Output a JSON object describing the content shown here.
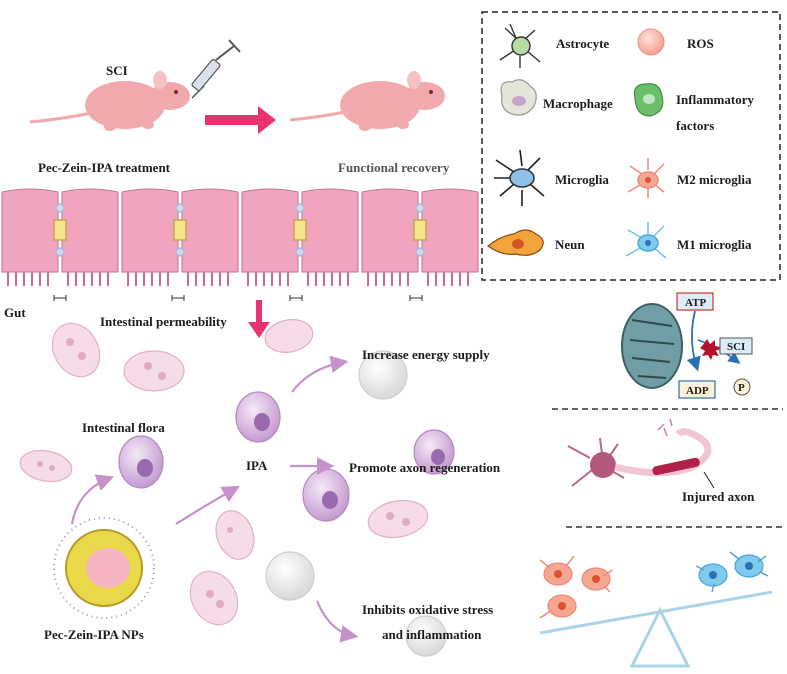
{
  "top": {
    "sci_label": "SCI",
    "treatment_label": "Pec-Zein-IPA treatment",
    "recovery_label": "Functional recovery"
  },
  "legend": {
    "items": [
      {
        "label": "Astrocyte",
        "icon": "astrocyte-icon"
      },
      {
        "label": "ROS",
        "icon": "ros-icon"
      },
      {
        "label": "Macrophage",
        "icon": "macrophage-icon"
      },
      {
        "label_line1": "Inflammatory",
        "label_line2": "factors",
        "icon": "inflammatory-factor-icon"
      },
      {
        "label": "Microglia",
        "icon": "microglia-icon"
      },
      {
        "label": "M2 microglia",
        "icon": "m2-microglia-icon"
      },
      {
        "label": "Neun",
        "icon": "neun-icon"
      },
      {
        "label": "M1 microglia",
        "icon": "m1-microglia-icon"
      }
    ]
  },
  "gut": {
    "label": "Gut",
    "permeability_label": "Intestinal permeability"
  },
  "flow": {
    "intestinal_flora": "Intestinal flora",
    "ipa": "IPA",
    "energy": "Increase energy supply",
    "axon": "Promote axon regeneration",
    "oxidative_line1": "Inhibits oxidative stress",
    "oxidative_line2": "and inflammation",
    "nps": "Pec-Zein-IPA NPs"
  },
  "panels": {
    "atp": "ATP",
    "sci": "SCI",
    "adp": "ADP",
    "p": "P",
    "injured_axon": "Injured axon"
  },
  "colors": {
    "mouse": "#f2a9ad",
    "arrow": "#e8336f",
    "gut": "#f0a4bf",
    "flow_arrow": "#c792c9",
    "m2": "#ef8a7a",
    "m1": "#6fc3ea",
    "balance": "#a9d4e8"
  }
}
